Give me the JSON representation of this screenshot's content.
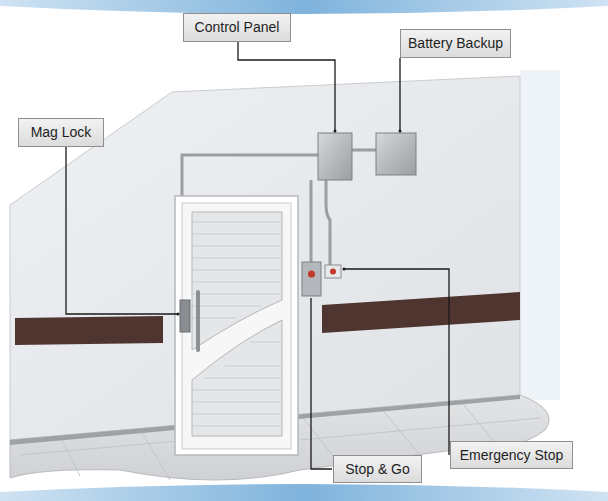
{
  "diagram": {
    "nodes": [
      {
        "text": [
          "Control Panel"
        ]
      },
      {
        "text": [
          "Battery Backup"
        ]
      },
      {
        "text": [
          "Mag Lock"
        ]
      },
      {
        "text": [
          "Emergency Stop"
        ]
      },
      {
        "text": [
          "Stop & Go"
        ]
      }
    ]
  }
}
